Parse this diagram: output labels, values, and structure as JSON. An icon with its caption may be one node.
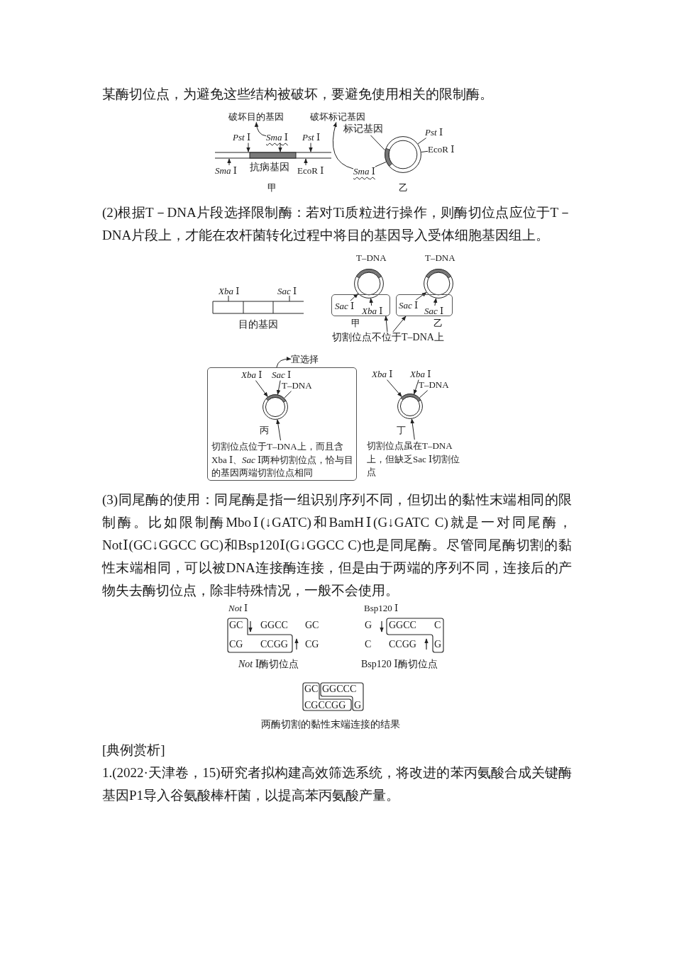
{
  "diagram": {
    "nodes": [
      {
        "text": [
          "破坏目的基因"
        ]
      },
      {
        "text": [
          "*Sma* Ⅰ"
        ]
      },
      {
        "text": [
          "破坏标记基因"
        ]
      },
      {
        "text": [
          "标记基因"
        ]
      },
      {
        "text": [],
        "shape": "circle",
        "beside": [
          "乙"
        ]
      },
      {
        "text": [
          "*Pst* Ⅰ"
        ]
      },
      {
        "text": [
          "EcoR Ⅰ"
        ]
      },
      {
        "text": [
          "*Sma* Ⅰ"
        ]
      },
      {
        "text": [],
        "shape": "circle",
        "beside": [
          "T–DNA"
        ]
      },
      {
        "text": [],
        "shape": "box",
        "beside": [
          "甲"
        ]
      },
      {
        "text": [
          "*Sac* Ⅰ"
        ],
        "in": 9
      },
      {
        "text": [
          "*Xba* Ⅰ"
        ],
        "in": 9
      },
      {
        "text": [],
        "shape": "circle",
        "beside": [
          "T–DNA"
        ]
      },
      {
        "text": [],
        "shape": "box",
        "beside": [
          "乙"
        ]
      },
      {
        "text": [
          "*Sac* Ⅰ"
        ],
        "in": 13
      },
      {
        "text": [
          "*Sac* Ⅰ"
        ],
        "in": 13
      },
      {
        "text": [
          "切割位点不位于T–DNA上"
        ]
      },
      {
        "text": [],
        "shape": "box"
      },
      {
        "text": [
          "宜选择"
        ]
      },
      {
        "text": [],
        "shape": "circle",
        "in": 17,
        "beside": [
          "丙"
        ]
      },
      {
        "text": [
          "*Xba* Ⅰ"
        ],
        "in": 17
      },
      {
        "text": [
          "*Sac* Ⅰ"
        ],
        "in": 17
      },
      {
        "text": [
          "T–DNA"
        ],
        "in": 17
      },
      {
        "text": [
          "切割位点位于T–DNA上，而且含Xba Ⅰ、*Sac* Ⅰ两种切割位点，恰与目的基因两端切割位点相同"
        ],
        "in": 17
      },
      {
        "text": [],
        "shape": "circle",
        "beside": [
          "丁"
        ]
      },
      {
        "text": [
          "*Xba* Ⅰ"
        ]
      },
      {
        "text": [
          "*Xba* Ⅰ"
        ]
      },
      {
        "text": [
          "T–DNA"
        ]
      },
      {
        "text": [
          "切割位点虽在T–DNA上，但缺乏Sac Ⅰ切割位点"
        ]
      },
      {
        "text": [],
        "shape": "bar"
      },
      {
        "text": [
          "*Pst* Ⅰ"
        ]
      },
      {
        "text": [
          "*Pst* Ⅰ"
        ]
      },
      {
        "text": [
          "*Sma* Ⅰ"
        ]
      },
      {
        "text": [
          "EcoR Ⅰ"
        ]
      }
    ],
    "edges": [
      {
        "from": 1,
        "to": 0,
        "arrow": "to"
      },
      {
        "from": 7,
        "to": 2,
        "arrow": "to"
      },
      {
        "from": 3,
        "to": 4,
        "arrow": "none"
      },
      {
        "from": 5,
        "to": 4,
        "arrow": "none"
      },
      {
        "from": 6,
        "to": 4,
        "arrow": "none"
      },
      {
        "from": 7,
        "to": 4,
        "arrow": "none"
      },
      {
        "from": 10,
        "to": 8,
        "arrow": "to"
      },
      {
        "from": 11,
        "to": 8,
        "arrow": "to"
      },
      {
        "from": 14,
        "to": 12,
        "arrow": "to"
      },
      {
        "from": 15,
        "to": 12,
        "arrow": "to"
      },
      {
        "from": 16,
        "to": 9,
        "arrow": "to"
      },
      {
        "from": 16,
        "to": 13,
        "arrow": "to"
      },
      {
        "from": 17,
        "to": 18,
        "arrow": "to"
      },
      {
        "from": 20,
        "to": 19,
        "arrow": "to"
      },
      {
        "from": 21,
        "to": 19,
        "arrow": "to"
      },
      {
        "from": 22,
        "to": 19,
        "arrow": "none"
      },
      {
        "from": 23,
        "to": 19,
        "arrow": "to"
      },
      {
        "from": 25,
        "to": 24,
        "arrow": "to"
      },
      {
        "from": 26,
        "to": 24,
        "arrow": "to"
      },
      {
        "from": 27,
        "to": 24,
        "arrow": "none"
      },
      {
        "from": 28,
        "to": 24,
        "arrow": "to"
      },
      {
        "from": 30,
        "to": 29,
        "arrow": "to"
      },
      {
        "from": 1,
        "to": 29,
        "arrow": "to"
      },
      {
        "from": 31,
        "to": 29,
        "arrow": "to"
      },
      {
        "from": 32,
        "to": 29,
        "arrow": "to"
      },
      {
        "from": 33,
        "to": 29,
        "arrow": "to"
      }
    ],
    "labels": [
      "某酶切位点，为避免这些结构被破坏，要避免使用相关的限制酶。",
      "抗病基因",
      "甲",
      "(2)根据T－DNA片段选择限制酶：若对Ti质粒进行操作，则酶切位点应位于T－DNA片段上，才能在农杆菌转化过程中将目的基因导入受体细胞基因组上。",
      "*Xba* Ⅰ",
      "*Sac* Ⅰ",
      "目的基因",
      "(3)同尾酶的使用：同尾酶是指一组识别序列不同，但切出的黏性末端相同的限制酶。比如限制酶MboⅠ(↓GATC)和BamHⅠ(G↓GATC C)就是一对同尾酶，NotⅠ(GC↓GGCC GC)和Bsp120Ⅰ(G↓GGCC C)也是同尾酶。尽管同尾酶切割的黏性末端相同，可以被DNA连接酶连接，但是由于两端的序列不同，连接后的产物失去酶切位点，除非特殊情况，一般不会使用。",
      "*Not* Ⅰ",
      "GC",
      "GGCC",
      "GC",
      "CG",
      "CCGG",
      "CG",
      "*Not* Ⅰ酶切位点",
      "Bsp120 Ⅰ",
      "G",
      "GGCC",
      "C",
      "C",
      "CCGG",
      "G",
      "Bsp120 Ⅰ酶切位点",
      "GC",
      "GGCCC",
      "CGCCGG",
      "G",
      "两酶切割的黏性末端连接的结果",
      "[典例赏析]",
      "1.(2022·天津卷，15)研究者拟构建高效筛选系统，将改进的苯丙氨酸合成关键酶基因P1导入谷氨酸棒杆菌，以提高苯丙氨酸产量。"
    ]
  }
}
